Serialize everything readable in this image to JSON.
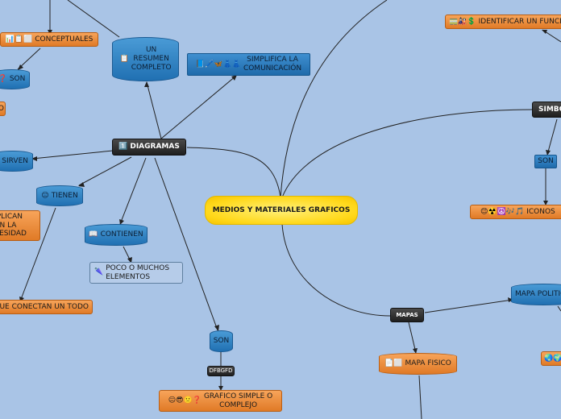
{
  "central": "MEDIOS Y MATERIALES GRAFICOS",
  "nodes": {
    "diagramas": {
      "icon": "1️⃣",
      "label": "DIAGRAMAS"
    },
    "conceptuales": {
      "icon": "📊📋⬜",
      "label": "CONCEPTUALES"
    },
    "son_left": {
      "icon": "❓",
      "label": "SON"
    },
    "o_left": "O",
    "sirven": "SIRVEN",
    "tienen": {
      "icon": "😑",
      "label": "TIENEN"
    },
    "implican": "IMPLICAN\nUN LA\nNECESIDAD",
    "conectan": "QUE CONECTAN UN TODO",
    "resumen": {
      "icon": "📋",
      "label": "UN\nRESUMEN\nCOMPLETO"
    },
    "simplifica": {
      "icon": "📘🖊️🦋👗👗",
      "label": "SIMPLIFICA LA\nCOMUNICACIÓN"
    },
    "contienen": {
      "icon": "📖",
      "label": "CONTIENEN"
    },
    "poco": {
      "icon": "🌂",
      "label": "POCO O MUCHOS\nELEMENTOS"
    },
    "son_mid": "SON",
    "dfbgfd": "DFBGFD",
    "grafico_simple": {
      "icon": "😐😎🙁❓",
      "label": "GRAFICO SIMPLE O\nCOMPLEJO"
    },
    "identificar": {
      "icon": "🚃🎎💲",
      "label": "IDENTIFICAR UN FUNCIO"
    },
    "simbolos": "SIMBOLOS",
    "son_right": "SON",
    "iconos": {
      "icon": "😊☢️☮️🎶🎵",
      "label": "ICONOS"
    },
    "mapas": "MAPAS",
    "mapa_politico": "MAPA POLITICO",
    "mapa_fisico": {
      "icon": "📄⬜",
      "label": "MAPA FISICO"
    },
    "globe": "🌏🌍"
  },
  "colors": {
    "background": "#a9c4e6",
    "orange": "#f08c3c",
    "blue": "#2a7fc4",
    "dark": "#2e2e2e",
    "center": "#ffd81a",
    "line": "#222222"
  }
}
